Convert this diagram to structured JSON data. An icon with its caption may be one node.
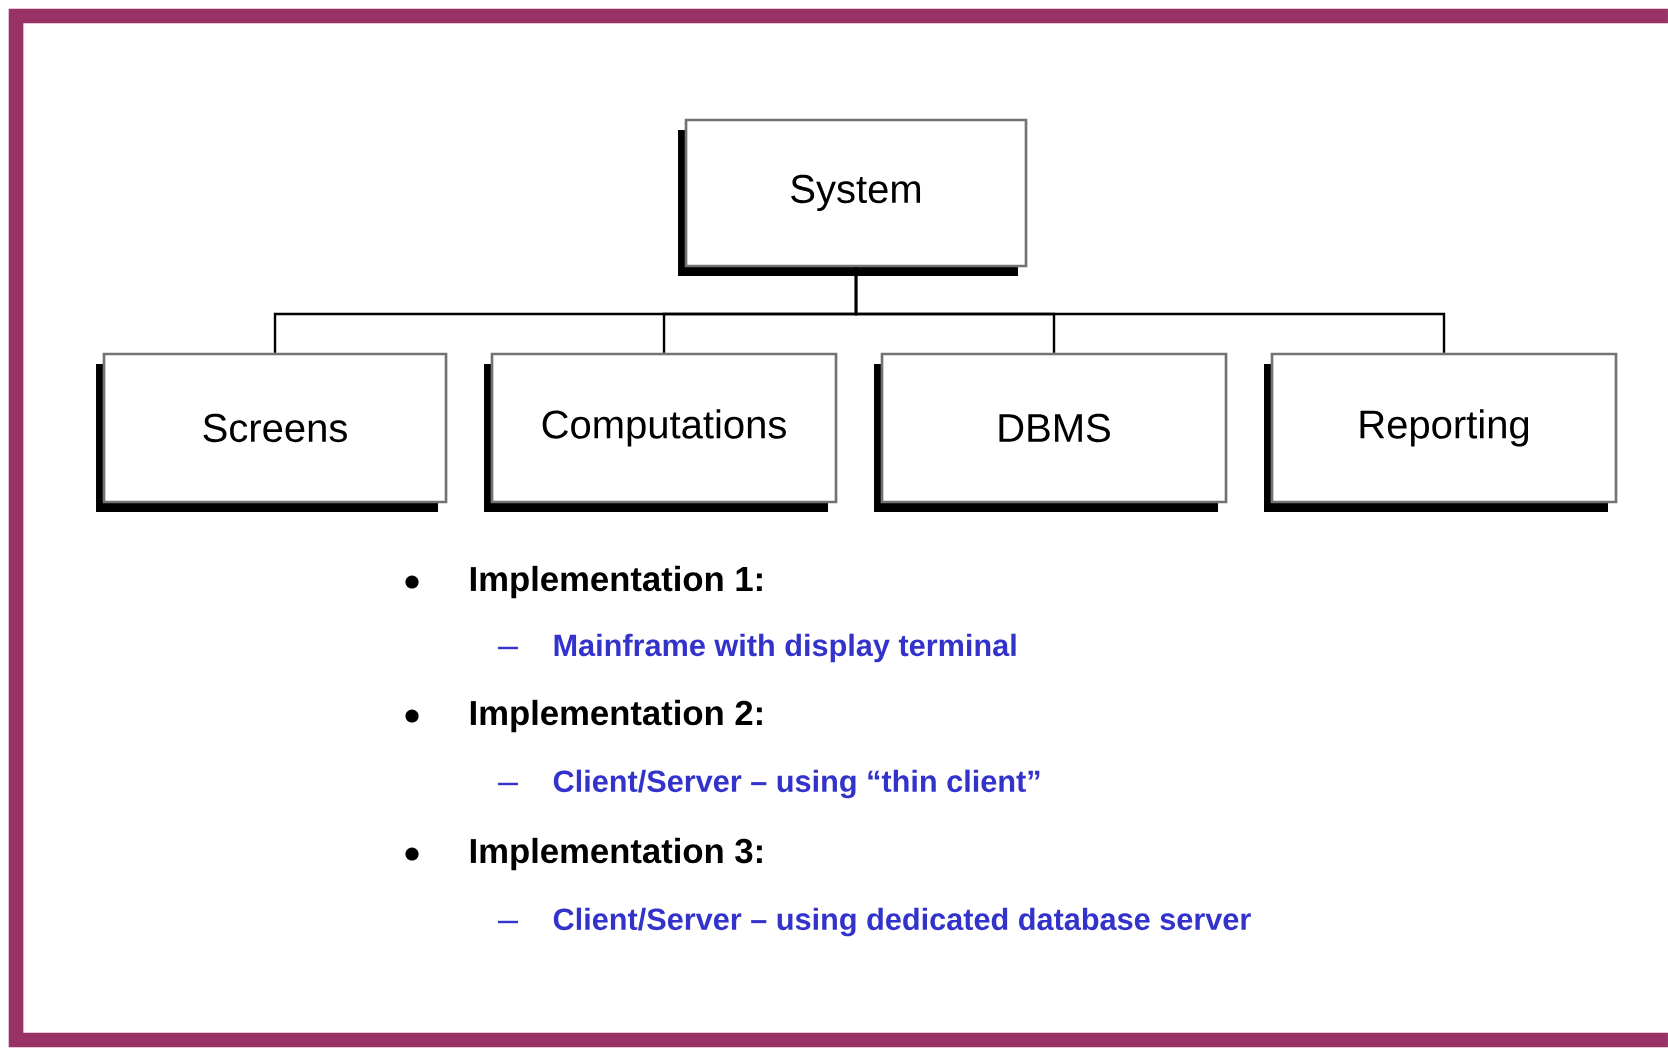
{
  "diagram": {
    "nodes": [
      {
        "text": [
          "System"
        ]
      },
      {
        "text": [
          "Screens"
        ]
      },
      {
        "text": [
          "Computations"
        ]
      },
      {
        "text": [
          "DBMS"
        ]
      },
      {
        "text": [
          "Reporting"
        ]
      }
    ],
    "edges": [
      {
        "from": 0,
        "to": 1,
        "arrow": "none"
      },
      {
        "from": 0,
        "to": 2,
        "arrow": "none"
      },
      {
        "from": 0,
        "to": 3,
        "arrow": "none"
      },
      {
        "from": 0,
        "to": 4,
        "arrow": "none"
      }
    ],
    "labels": [
      "Implementation 1:",
      "Mainframe with display terminal",
      "Implementation 2:",
      "Client/Server – using “thin client”",
      "Implementation 3:",
      "Client/Server – using dedicated database server"
    ]
  }
}
